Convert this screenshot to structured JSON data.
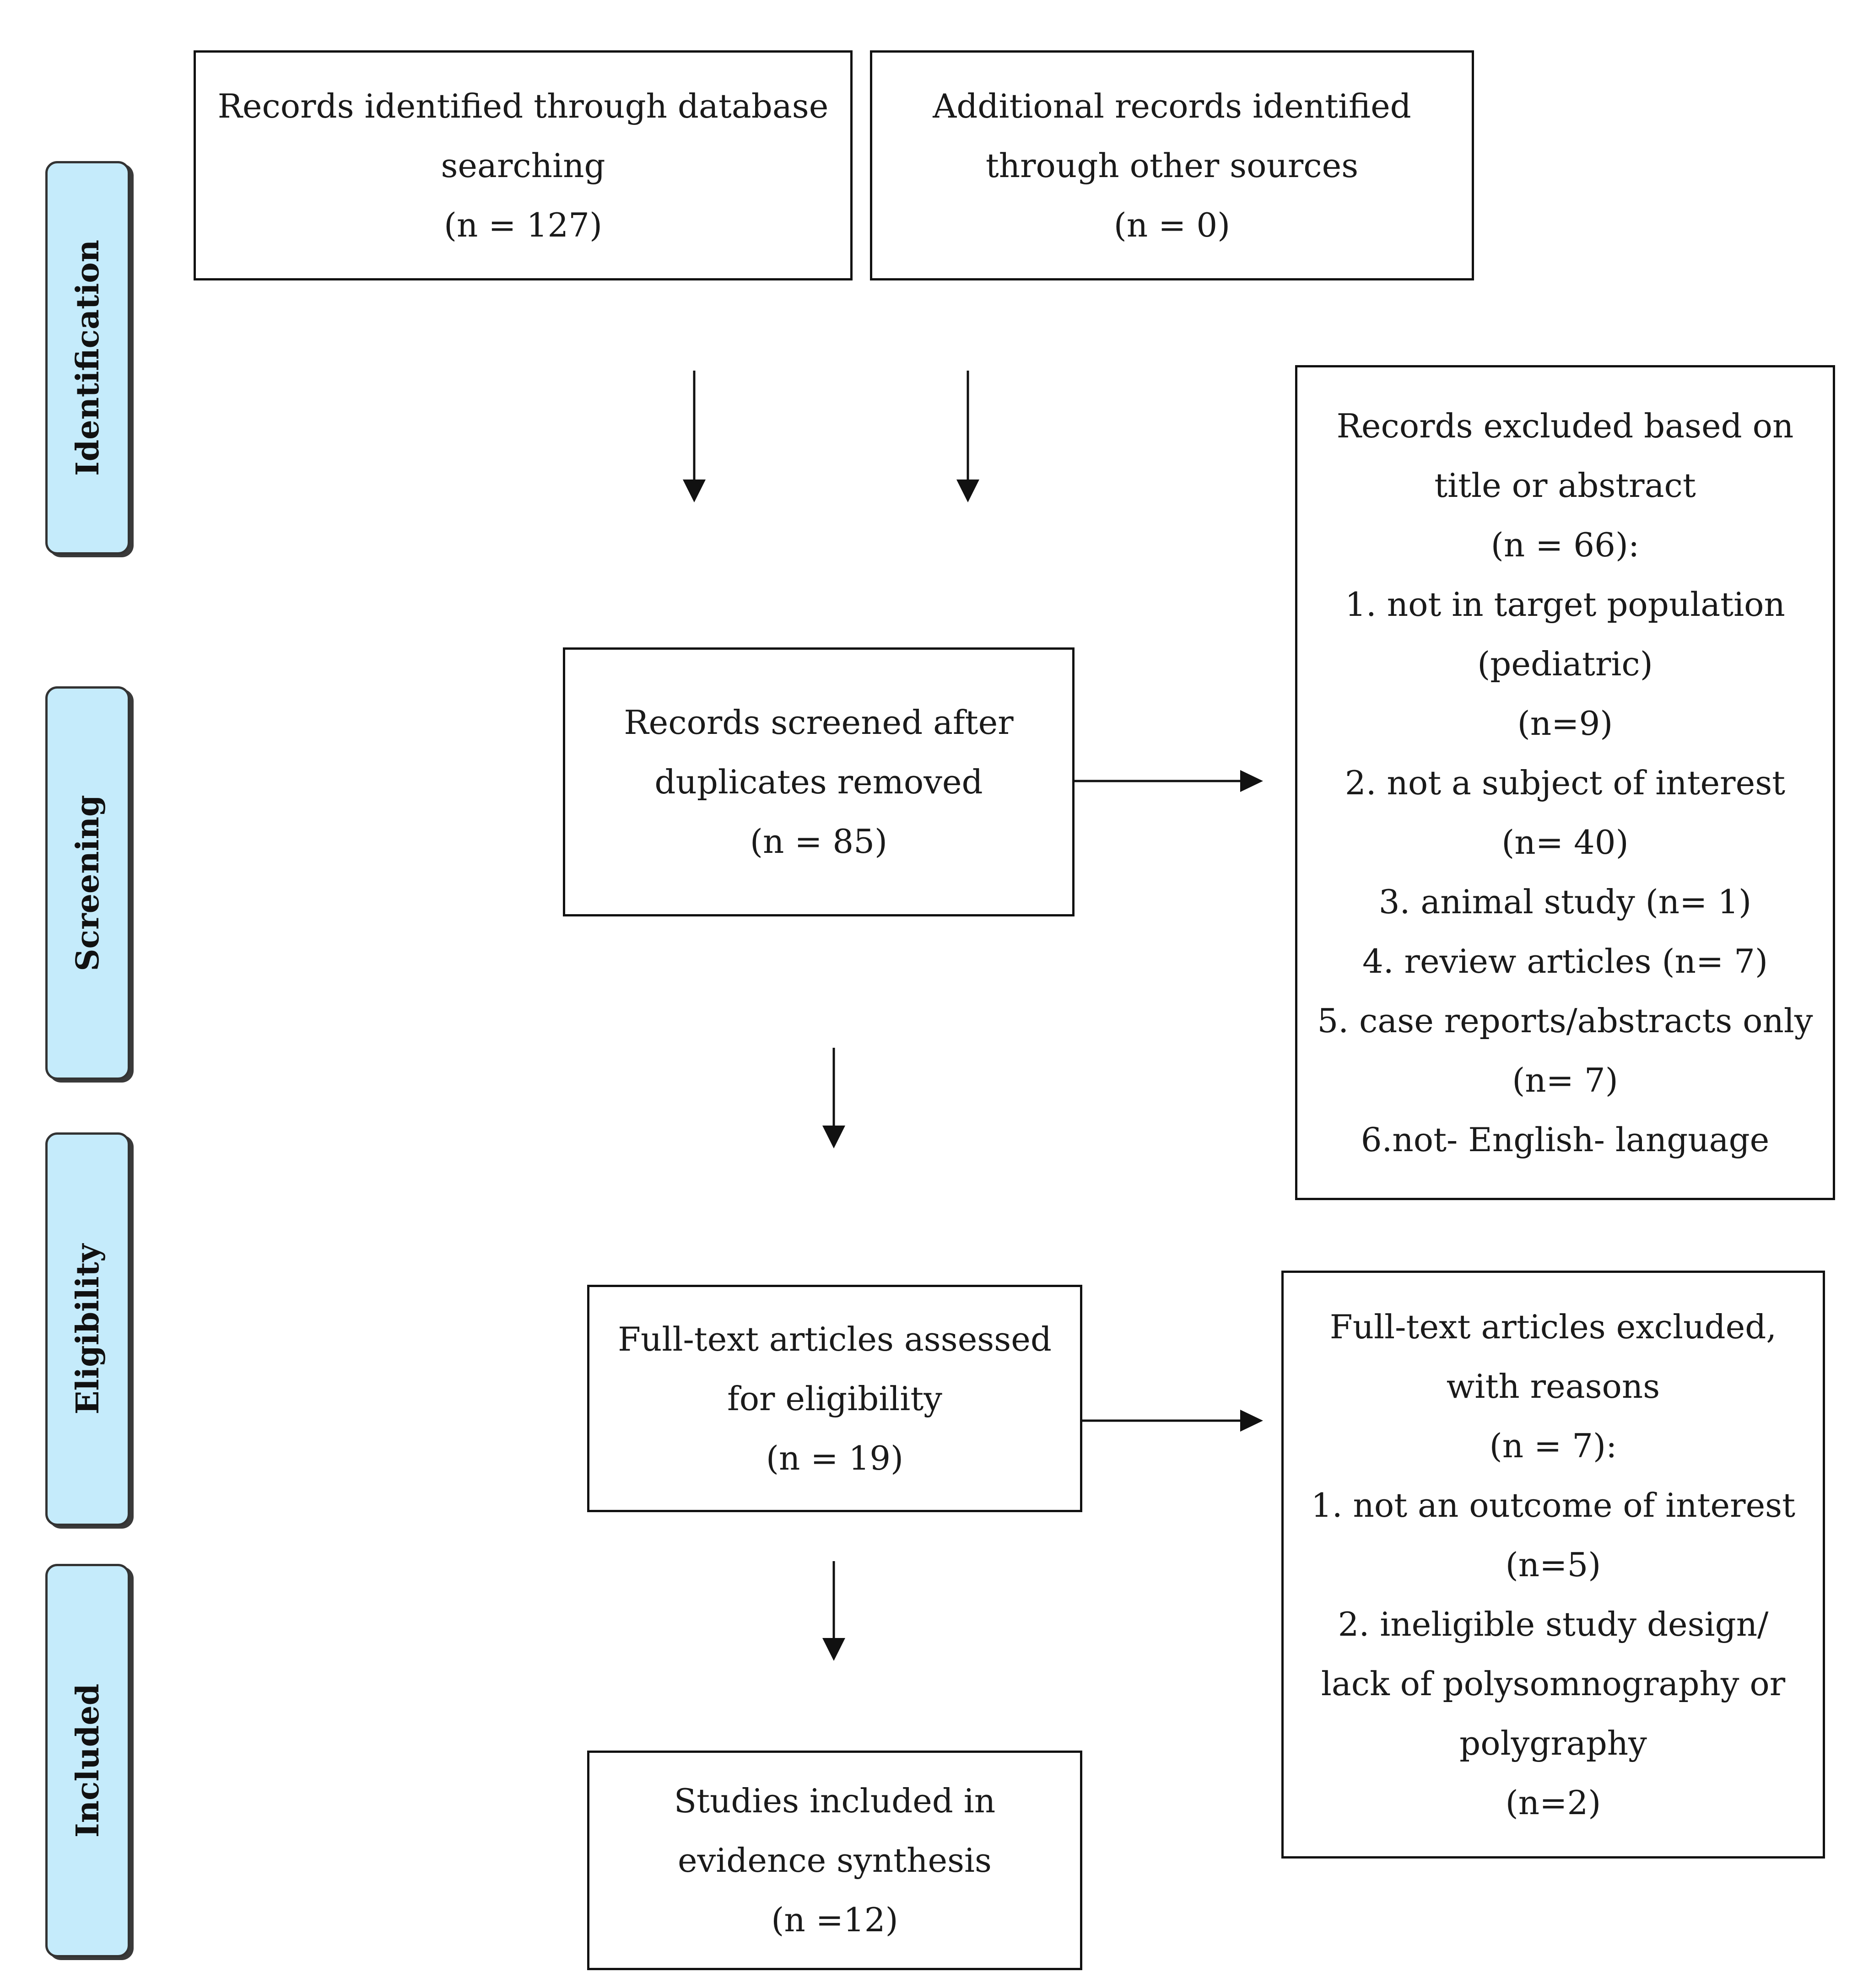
{
  "phases": {
    "identification": "Identification",
    "screening": "Screening",
    "eligibility": "Eligibility",
    "included": "Included"
  },
  "boxes": {
    "database": [
      "Records identified through database",
      "searching",
      "(n = 127)"
    ],
    "other_sources": [
      "Additional records identified",
      "through other sources",
      "(n = 0)"
    ],
    "screened": [
      "Records screened after",
      "duplicates removed",
      "(n = 85)"
    ],
    "excluded_title": [
      "Records excluded based on",
      "title or abstract",
      "(n = 66):",
      "1. not in target population",
      "(pediatric)",
      "(n=9)",
      "2. not a subject of interest",
      "(n= 40)",
      "3. animal study (n= 1)",
      "4. review articles (n= 7)",
      "5. case reports/abstracts only",
      "(n= 7)",
      "6.not- English- language"
    ],
    "fulltext": [
      "Full-text articles assessed",
      "for eligibility",
      "(n = 19)"
    ],
    "excluded_fulltext": [
      "Full-text articles excluded,",
      "with reasons",
      "(n = 7):",
      "1. not an outcome of interest",
      "(n=5)",
      "2. ineligible study design/",
      "lack of polysomnography or",
      "polygraphy",
      "(n=2)"
    ],
    "included": [
      "Studies included in",
      "evidence synthesis",
      "(n =12)"
    ]
  },
  "colors": {
    "phase_fill": "#c5ebfb",
    "border": "#111111",
    "text": "#1a1a1a"
  }
}
